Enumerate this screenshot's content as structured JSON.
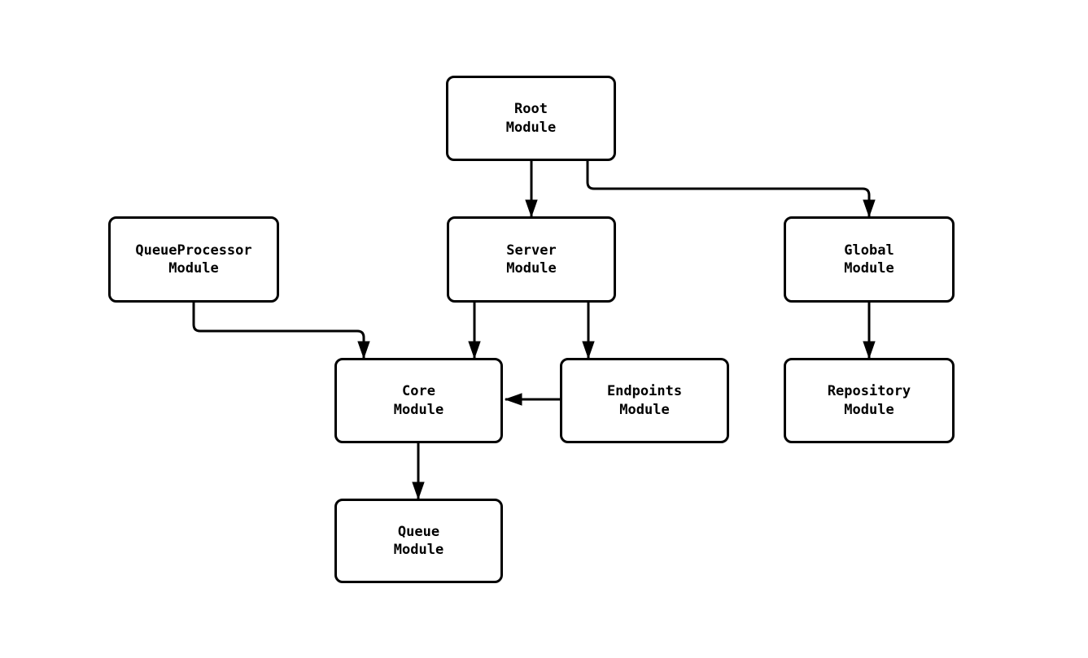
{
  "page": {
    "background_color": "#ffffff"
  },
  "diagram": {
    "type": "flowchart",
    "direction": "top-down",
    "colors": {
      "node_fill": "#ffffff",
      "node_border": "#000000",
      "edge": "#000000",
      "text": "#000000"
    },
    "nodes": {
      "root": {
        "label": "Root\nModule"
      },
      "queueprocessor": {
        "label": "QueueProcessor\nModule"
      },
      "server": {
        "label": "Server\nModule"
      },
      "global": {
        "label": "Global\nModule"
      },
      "core": {
        "label": "Core\nModule"
      },
      "endpoints": {
        "label": "Endpoints\nModule"
      },
      "repository": {
        "label": "Repository\nModule"
      },
      "queue": {
        "label": "Queue\nModule"
      }
    },
    "edges": [
      {
        "from": "Root Module",
        "to": "Server Module"
      },
      {
        "from": "Root Module",
        "to": "Global Module"
      },
      {
        "from": "QueueProcessor Module",
        "to": "Core Module"
      },
      {
        "from": "Server Module",
        "to": "Core Module"
      },
      {
        "from": "Server Module",
        "to": "Endpoints Module"
      },
      {
        "from": "Endpoints Module",
        "to": "Core Module"
      },
      {
        "from": "Global Module",
        "to": "Repository Module"
      },
      {
        "from": "Core Module",
        "to": "Queue Module"
      }
    ]
  }
}
